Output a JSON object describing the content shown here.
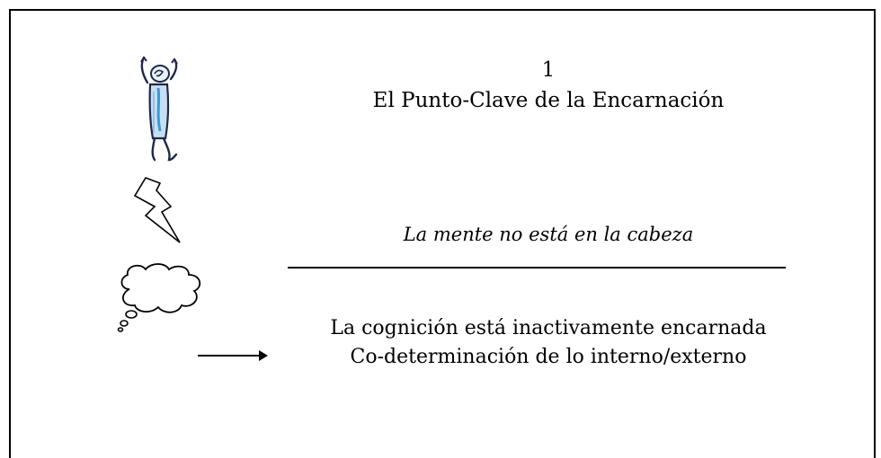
{
  "slide": {
    "number": "1",
    "title": "El Punto-Clave de la Encarnación",
    "premise": "La mente no está en la cabeza",
    "conclusion_line_1": "La cognición está inactivamente encarnada",
    "conclusion_line_2": "Co-determinación de lo interno/externo"
  },
  "icons": {
    "figure": "person-cheering-icon",
    "bolt": "lightning-bolt-icon",
    "thought": "thought-cloud-icon",
    "arrow": "arrow-right-icon"
  },
  "colors": {
    "figure_fill": "#c9dff0",
    "figure_stroke": "#1e2a4a",
    "accent": "#3a9ad9"
  }
}
